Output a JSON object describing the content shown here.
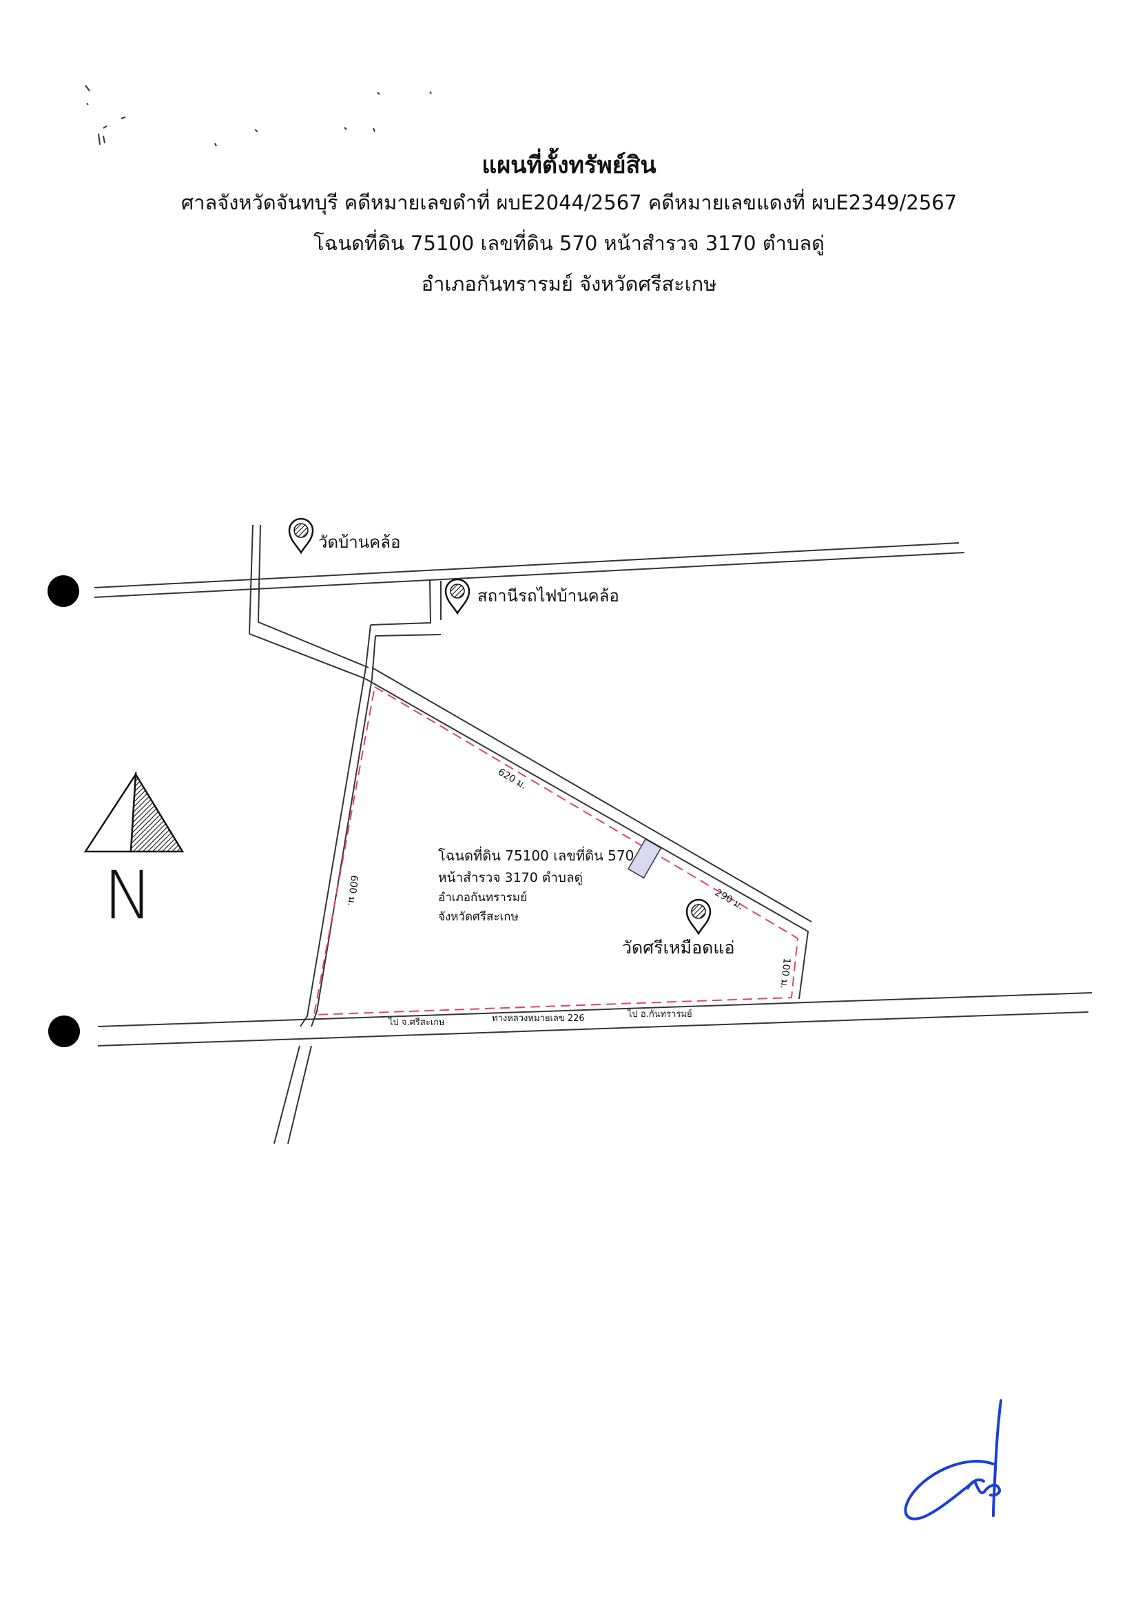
{
  "header": {
    "title": "แผนที่ตั้งทรัพย์สิน",
    "line1": "ศาลจังหวัดจันทบุรี คดีหมายเลขดำที่ ผบE2044/2567 คดีหมายเลขแดงที่ ผบE2349/2567",
    "line2": "โฉนดที่ดิน 75100 เลขที่ดิน 570 หน้าสำรวจ 3170 ตำบลดู่",
    "line3": "อำเภอกันทรารมย์ จังหวัดศรีสะเกษ"
  },
  "landmarks": {
    "temple_ban_khlo": "วัดบ้านคล้อ",
    "station_ban_khlo": "สถานีรถไฟบ้านคล้อ",
    "temple_si_muet_ae": "วัดศรีเหมือดแอ่"
  },
  "parcel": {
    "line1": "โฉนดที่ดิน 75100 เลขที่ดิน 570",
    "line2": "หน้าสำรวจ 3170 ตำบลดู่",
    "line3": "อำเภอกันทรารมย์",
    "line4": "จังหวัดศรีสะเกษ"
  },
  "dimensions": {
    "north_side": "620 ม.",
    "west_side": "600 ม.",
    "east_upper": "290 ม.",
    "east_lower": "100 ม."
  },
  "road": {
    "to_sisaket": "ไป จ.ศรีสะเกษ",
    "highway": "ทางหลวงหมายเลข 226",
    "to_kanthararom": "ไป อ.กันทรารมย์"
  },
  "compass": {
    "label": "N"
  },
  "colors": {
    "boundary": "#e0407a",
    "plot_marker": "#d8d8f0",
    "signature": "#1a3fd6"
  }
}
